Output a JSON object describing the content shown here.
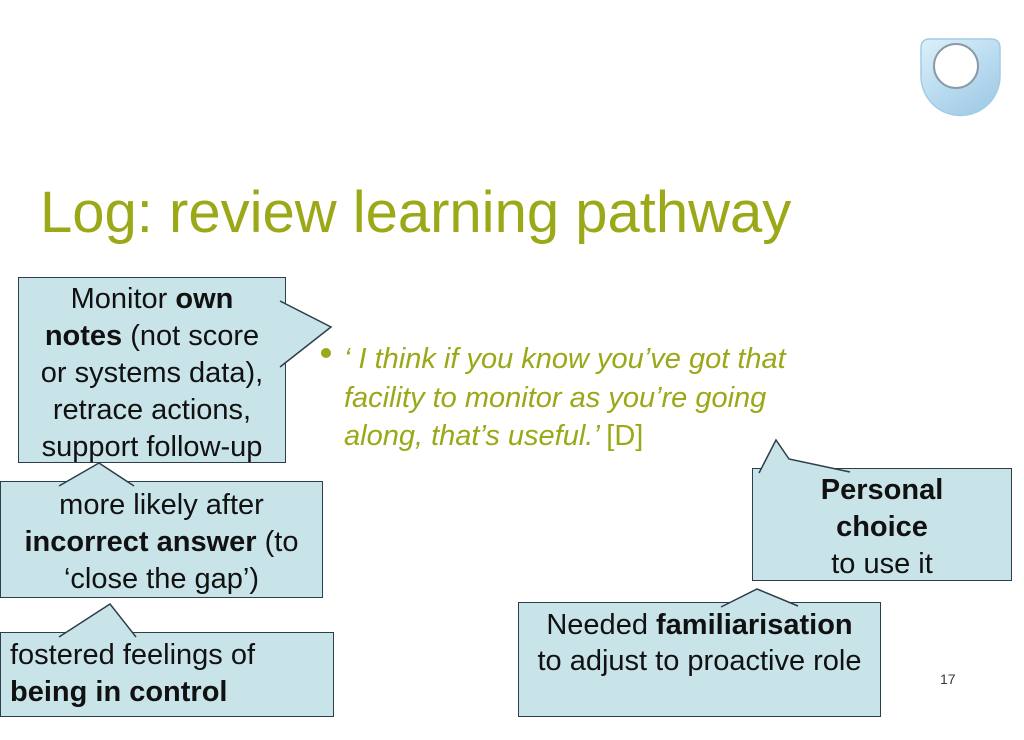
{
  "slide": {
    "title": "Log: review learning pathway",
    "page_number": "17"
  },
  "colors": {
    "title_olive": "#9BA818",
    "quote_olive": "#9BA818",
    "callout_fill": "#C9E4E9",
    "callout_border": "#2C3E4A",
    "text": "#111111",
    "logo_blue_light": "#DDF0FA",
    "logo_blue_mid": "#BBDCF0",
    "logo_blue_deep": "#A2CCE6",
    "logo_ring_gray": "#8A9AA5"
  },
  "icons": {
    "logo_name": "open-university-shield-logo"
  },
  "quote": {
    "segments": [
      {
        "t": "‘ I think if you know you’ve got that",
        "i": true
      },
      {
        "br": true
      },
      {
        "t": "facility to monitor as you’re going",
        "i": true
      },
      {
        "br": true
      },
      {
        "t": "along, that’s useful.’ ",
        "i": true
      },
      {
        "t": "[D]"
      }
    ]
  },
  "callouts": [
    {
      "name": "monitor-own-notes",
      "segments": [
        {
          "t": "Monitor "
        },
        {
          "t": "own",
          "b": true
        },
        {
          "br": true
        },
        {
          "t": "notes",
          "b": true
        },
        {
          "t": " (not score"
        },
        {
          "br": true
        },
        {
          "t": "or systems data),"
        },
        {
          "br": true
        },
        {
          "t": "retrace actions,"
        },
        {
          "br": true
        },
        {
          "t": "support follow-up"
        }
      ]
    },
    {
      "name": "more-likely-after-incorrect-answer",
      "segments": [
        {
          "t": "more likely after"
        },
        {
          "br": true
        },
        {
          "t": "incorrect answer",
          "b": true
        },
        {
          "t": " (to"
        },
        {
          "br": true
        },
        {
          "t": "‘close the gap’)"
        }
      ]
    },
    {
      "name": "fostered-feelings-of-being-in-control",
      "segments": [
        {
          "t": "fostered feelings of"
        },
        {
          "br": true
        },
        {
          "t": "being in control",
          "b": true
        }
      ]
    },
    {
      "name": "personal-choice-to-use-it",
      "segments": [
        {
          "t": "Personal",
          "b": true
        },
        {
          "br": true
        },
        {
          "t": "choice",
          "b": true
        },
        {
          "br": true
        },
        {
          "t": "to use it"
        }
      ]
    },
    {
      "name": "needed-familiarisation",
      "segments": [
        {
          "t": "Needed "
        },
        {
          "t": "familiarisation",
          "b": true
        },
        {
          "br": true
        },
        {
          "t": "to adjust to proactive role"
        }
      ]
    }
  ]
}
